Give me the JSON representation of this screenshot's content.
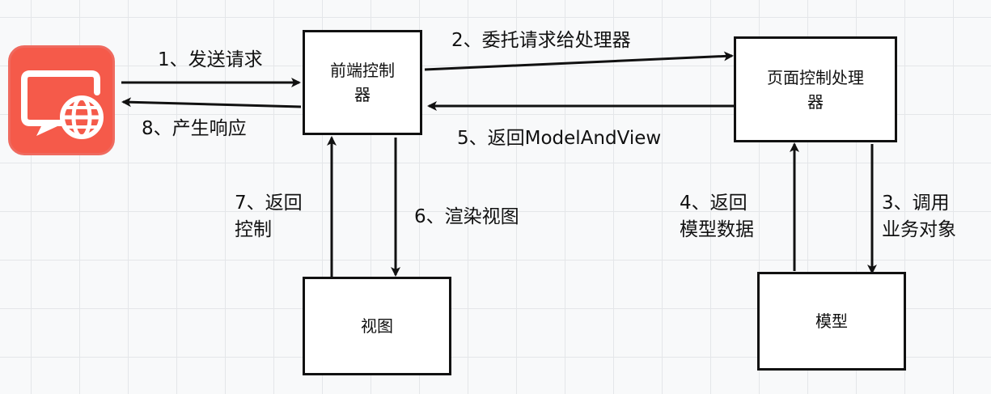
{
  "nodes": {
    "front_controller": [
      "前端控制",
      "器"
    ],
    "page_handler": [
      "页面控制处理",
      "器"
    ],
    "view": "视图",
    "model": "模型"
  },
  "edges": {
    "e1": "1、发送请求",
    "e2": "2、委托请求给处理器",
    "e3": [
      "3、调用",
      "业务对象"
    ],
    "e4": [
      "4、返回",
      "模型数据"
    ],
    "e5": "5、返回ModelAndView",
    "e6": "6、渲染视图",
    "e7": [
      "7、返回",
      "控制"
    ],
    "e8": "8、产生响应"
  },
  "icons": {
    "client": "browser-globe-icon"
  },
  "colors": {
    "client_icon": "#f55a4a",
    "stroke": "#111111"
  }
}
